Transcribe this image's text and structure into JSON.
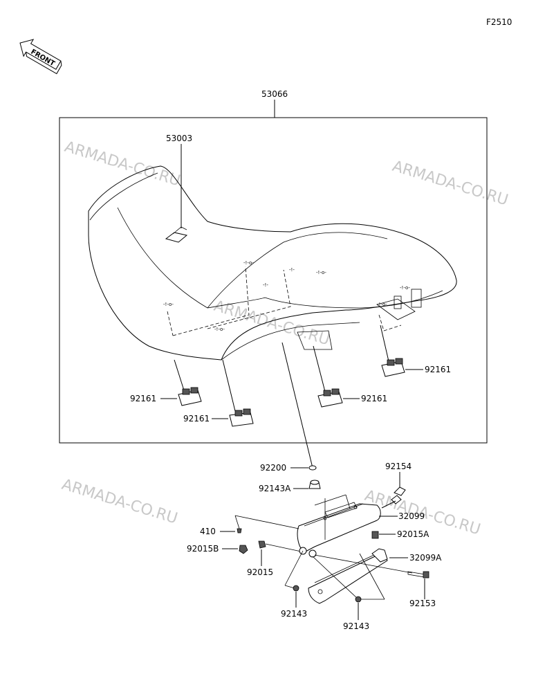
{
  "figure_code": "F2510",
  "front_arrow_label": "FRONT",
  "watermark": "ARMADA-CO.RU",
  "labels": {
    "assembly": "53066",
    "seat_cover": "53003",
    "damper_right": "92161",
    "damper_left_front": "92161",
    "damper_left_rear": "92161",
    "damper_center": "92161",
    "washer": "92200",
    "collar": "92143A",
    "bolt_wing": "92154",
    "cover": "32099",
    "clip_a": "92015A",
    "plate": "32099A",
    "bolt": "92153",
    "screw": "410",
    "nut_b": "92015B",
    "nut": "92015",
    "collar_left": "92143",
    "collar_right": "92143"
  }
}
